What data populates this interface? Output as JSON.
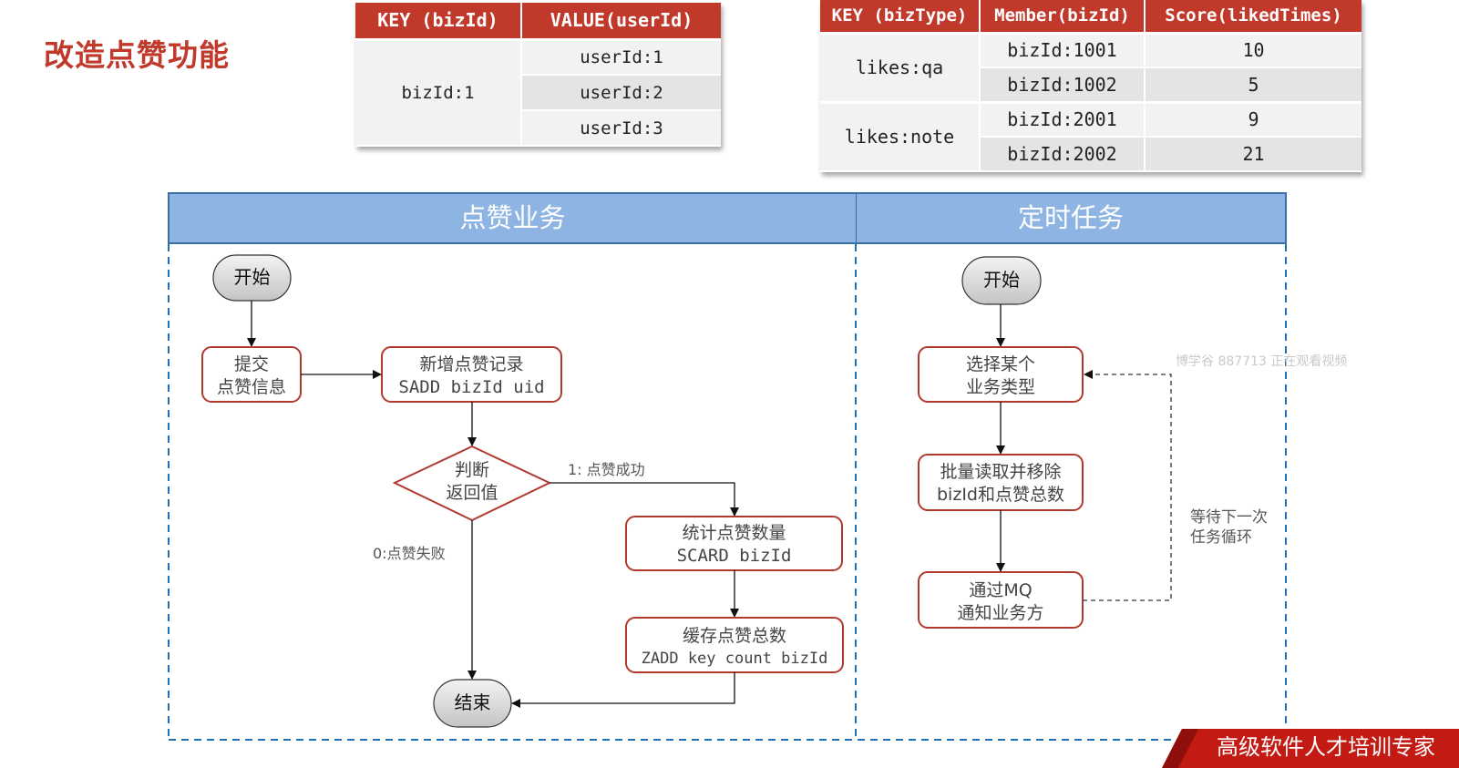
{
  "page": {
    "title": "改造点赞功能",
    "colors": {
      "accent_red": "#c0392b",
      "lane_header_blue": "#8db4e2",
      "lane_border_blue": "#1f6fb5",
      "node_border": "#b03a2e"
    }
  },
  "set_table": {
    "headers": [
      "KEY (bizId)",
      "VALUE(userId)"
    ],
    "key": "bizId:1",
    "values": [
      "userId:1",
      "userId:2",
      "userId:3"
    ]
  },
  "zset_table": {
    "headers": [
      "KEY (bizType)",
      "Member(bizId)",
      "Score(likedTimes)"
    ],
    "groups": [
      {
        "key": "likes:qa",
        "rows": [
          {
            "member": "bizId:1001",
            "score": "10"
          },
          {
            "member": "bizId:1002",
            "score": "5"
          }
        ]
      },
      {
        "key": "likes:note",
        "rows": [
          {
            "member": "bizId:2001",
            "score": "9"
          },
          {
            "member": "bizId:2002",
            "score": "21"
          }
        ]
      }
    ]
  },
  "lanes": {
    "left": {
      "title": "点赞业务",
      "start": "开始",
      "submit": [
        "提交",
        "点赞信息"
      ],
      "add_record": [
        "新增点赞记录",
        "SADD bizId uid"
      ],
      "decision": [
        "判断",
        "返回值"
      ],
      "success_label": "1: 点赞成功",
      "fail_label": "0:点赞失败",
      "count": [
        "统计点赞数量",
        "SCARD bizId"
      ],
      "cache": [
        "缓存点赞总数",
        "ZADD key count bizId"
      ],
      "end": "结束"
    },
    "right": {
      "title": "定时任务",
      "start": "开始",
      "select": [
        "选择某个",
        "业务类型"
      ],
      "batch": [
        "批量读取并移除",
        "bizId和点赞总数"
      ],
      "notify": [
        "通过MQ",
        "通知业务方"
      ],
      "loop_label": [
        "等待下一次",
        "任务循环"
      ]
    }
  },
  "watermark": "博学谷 887713 正在观看视频",
  "footer_banner": "高级软件人才培训专家"
}
